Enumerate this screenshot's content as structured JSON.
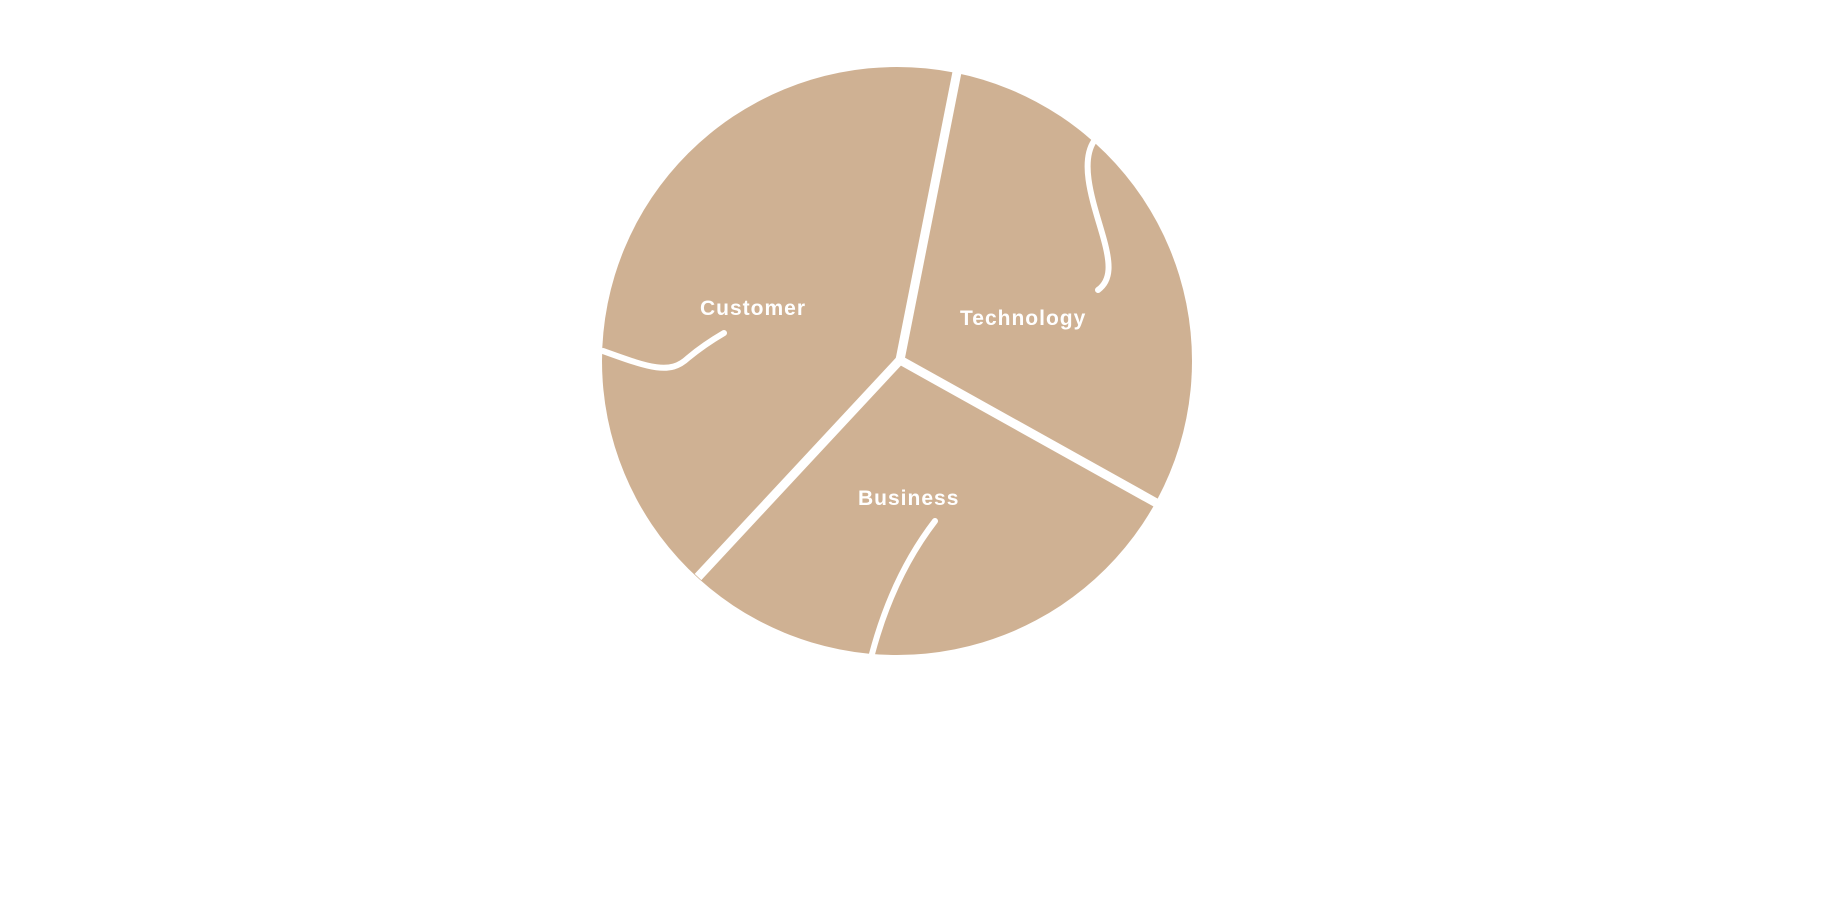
{
  "diagram": {
    "segments": [
      {
        "label": "Customer"
      },
      {
        "label": "Technology"
      },
      {
        "label": "Business"
      }
    ],
    "colors": {
      "fill": "#cfb193",
      "divider": "#ffffff",
      "text": "#ffffff",
      "background": "#ffffff"
    }
  }
}
